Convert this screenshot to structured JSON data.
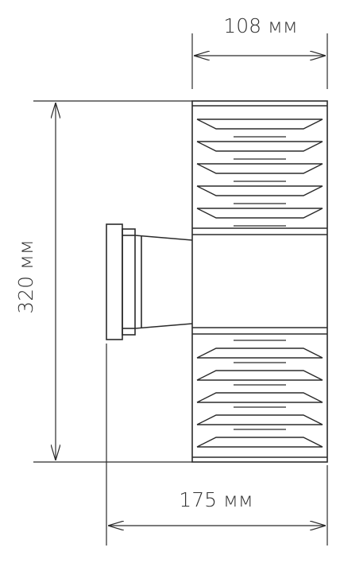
{
  "dimensions": {
    "width_top": "108 мм",
    "height": "320 мм",
    "width_bottom": "175 мм"
  },
  "colors": {
    "line": "#2b2b2b",
    "background": "#ffffff"
  }
}
